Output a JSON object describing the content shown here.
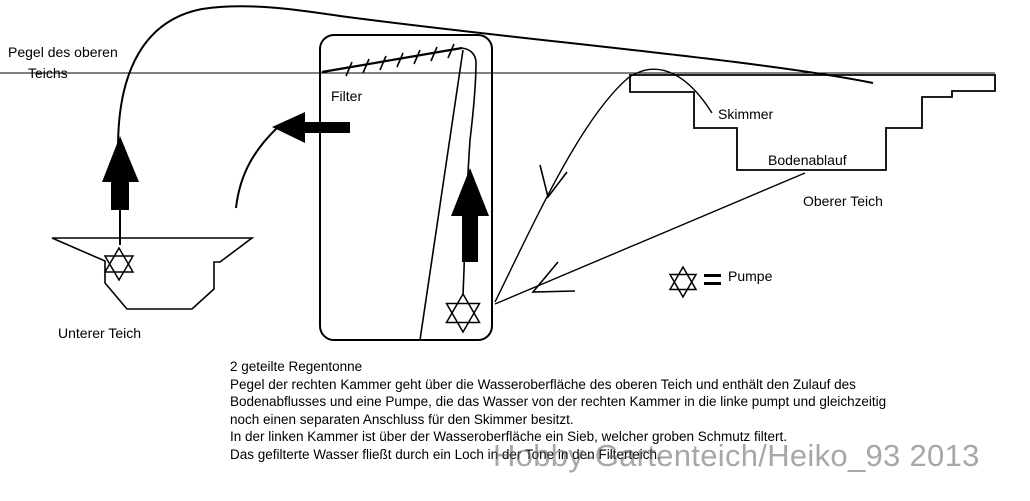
{
  "labels": {
    "pegel_line1": "Pegel des oberen",
    "pegel_line2": "Teichs",
    "filter": "Filter",
    "skimmer": "Skimmer",
    "bodenablauf": "Bodenablauf",
    "oberer_teich": "Oberer Teich",
    "unterer_teich": "Unterer Teich",
    "pumpe_legend": "Pumpe"
  },
  "description": {
    "title": "2 geteilte Regentonne",
    "lines": [
      "Pegel der rechten Kammer geht über die Wasseroberfläche des oberen Teich und enthält den Zulauf des",
      "Bodenabflusses und eine Pumpe, die das Wasser von der rechten Kammer in die linke pumpt und gleichzeitig",
      "noch einen separaten Anschluss für den Skimmer besitzt.",
      "In der linken Kammer ist über der Wasseroberfläche ein Sieb, welcher groben Schmutz filtert.",
      "Das gefilterte Wasser fließt durch ein Loch in der Tone in den Filterteich."
    ]
  },
  "watermark": "Hobby-Gartenteich/Heiko_93 2013",
  "legend_symbol_icon": "star-of-david-icon",
  "colors": {
    "ink": "#000000",
    "background": "#ffffff",
    "watermark": "#5f5f5f"
  }
}
